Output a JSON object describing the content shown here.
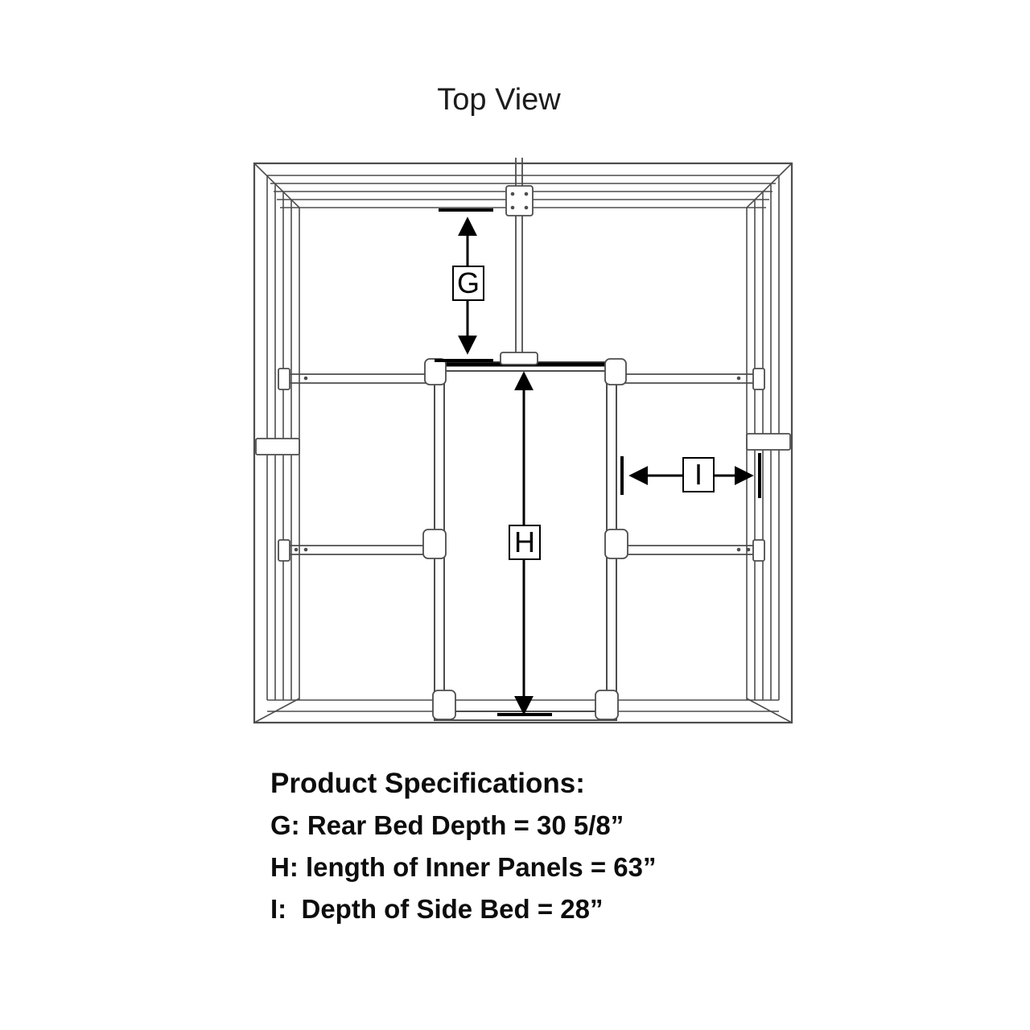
{
  "title": "Top View",
  "diagram": {
    "labels": {
      "g": "G",
      "h": "H",
      "i": "I"
    }
  },
  "specs": {
    "heading": "Product Specifications:",
    "lines": [
      "G: Rear Bed Depth = 30 5/8”",
      "H: length of Inner Panels = 63”",
      "I:  Depth of Side Bed = 28”"
    ]
  },
  "colors": {
    "frame_line": "#4d4d4d",
    "dimension_line": "#000000",
    "text": "#0d0d0d",
    "background": "#ffffff"
  }
}
